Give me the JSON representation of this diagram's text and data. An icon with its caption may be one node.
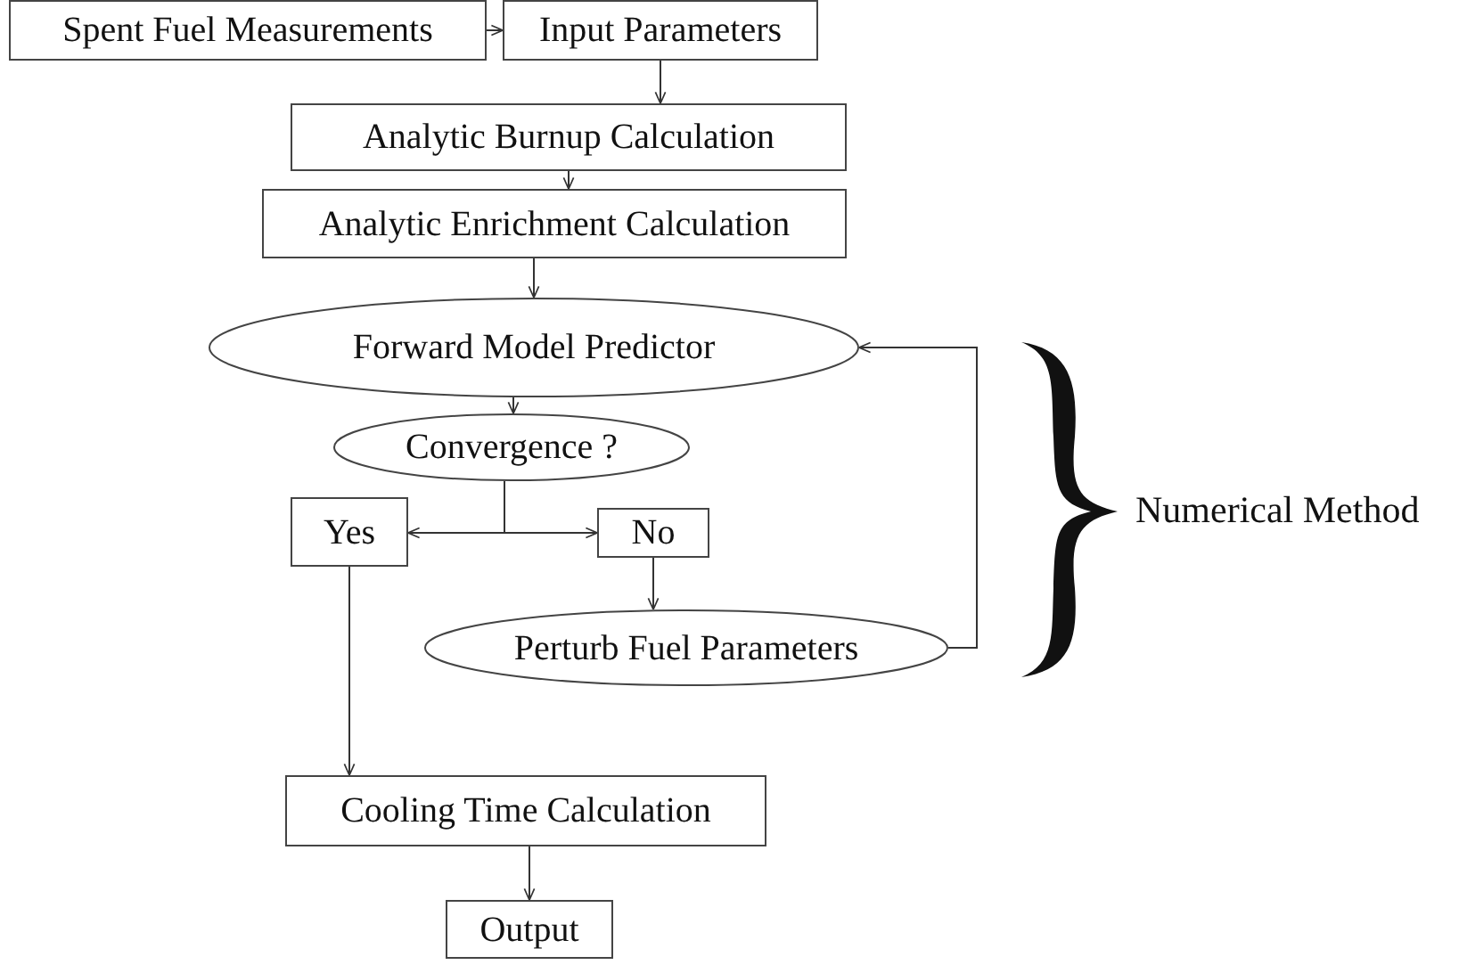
{
  "diagram": {
    "nodes": [
      {
        "text": [
          "Spent Fuel Measurements"
        ]
      },
      {
        "text": [
          "Input Parameters"
        ]
      },
      {
        "text": [
          "Analytic Burnup Calculation"
        ]
      },
      {
        "text": [
          "Analytic Enrichment Calculation"
        ]
      },
      {
        "text": [
          "Forward Model Predictor"
        ]
      },
      {
        "text": [
          "Convergence ?"
        ]
      },
      {
        "text": [
          "Yes"
        ]
      },
      {
        "text": [
          "No"
        ]
      },
      {
        "text": [
          "Perturb Fuel Parameters"
        ]
      },
      {
        "text": [
          "Cooling Time Calculation"
        ]
      },
      {
        "text": [
          "Output"
        ]
      }
    ],
    "edges": [
      {
        "from": 0,
        "to": 1,
        "arrow": "to"
      },
      {
        "from": 1,
        "to": 2,
        "arrow": "to"
      },
      {
        "from": 2,
        "to": 3,
        "arrow": "to"
      },
      {
        "from": 3,
        "to": 4,
        "arrow": "to"
      },
      {
        "from": 4,
        "to": 5,
        "arrow": "to"
      },
      {
        "from": 5,
        "to": 6,
        "arrow": "to"
      },
      {
        "from": 5,
        "to": 7,
        "arrow": "to"
      },
      {
        "from": 7,
        "to": 8,
        "arrow": "to"
      },
      {
        "from": 8,
        "to": 4,
        "arrow": "to"
      },
      {
        "from": 6,
        "to": 9,
        "arrow": "to"
      },
      {
        "from": 9,
        "to": 10,
        "arrow": "to"
      }
    ],
    "labels": [
      "Numerical Method"
    ]
  }
}
